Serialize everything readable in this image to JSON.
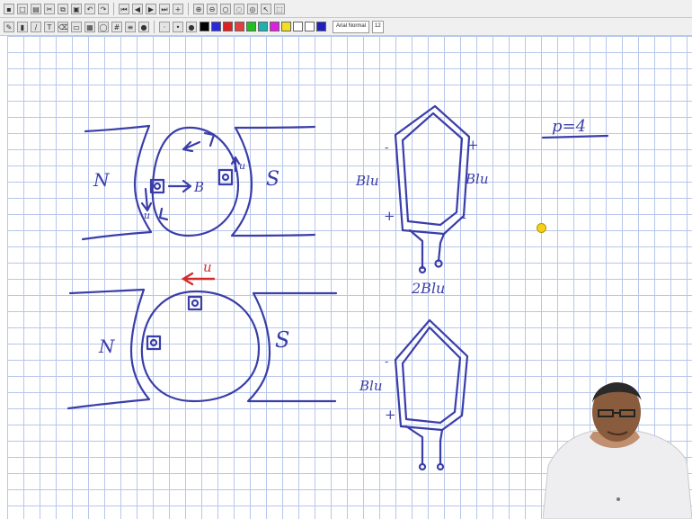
{
  "toolbar": {
    "font_name": "Arial Normal",
    "font_size": "12",
    "pen_colors": [
      "#000000",
      "#2b2bdc",
      "#e02020",
      "#e04040",
      "#20c020",
      "#20b0b0",
      "#e020e0",
      "#f0e020",
      "#ffffff",
      "#ffffff",
      "#2020c0"
    ]
  },
  "board": {
    "top_machine": {
      "pole_left": "N",
      "pole_right": "S",
      "field_label": "B",
      "velocity_label": "u"
    },
    "bottom_machine": {
      "pole_left": "N",
      "pole_right": "S",
      "velocity_label": "u"
    },
    "coil_top": {
      "emf_left": "Blu",
      "emf_right": "Blu",
      "sign_top_left": "-",
      "sign_top_right": "+",
      "sign_bottom_left": "+",
      "sign_bottom_right": "-",
      "total_emf": "2Blu"
    },
    "coil_bottom": {
      "emf_left": "Blu",
      "sign_top": "-",
      "sign_bottom": "+"
    },
    "poles_note": "p=4"
  }
}
